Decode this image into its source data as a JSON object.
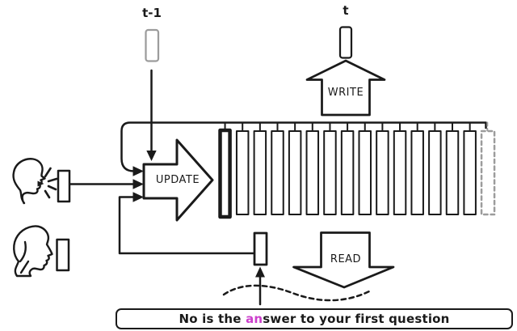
{
  "labels": {
    "prev_time": "t-1",
    "current_time": "t",
    "update": "UPDATE",
    "write": "WRITE",
    "read": "READ"
  },
  "memory": {
    "regular_slot_count": 14,
    "first_slot_style": "bold",
    "last_slot_style": "dashed-gray"
  },
  "sentence": {
    "prefix": "No is the ",
    "highlight": "an",
    "suffix": "swer to your first question"
  },
  "icons": {
    "top_left": "speaking-person-icon",
    "bottom_left": "listening-person-icon"
  },
  "colors": {
    "ink": "#1a1a1a",
    "gray": "#9c9c9c",
    "highlight": "#cc3fcc",
    "background": "#ffffff"
  }
}
